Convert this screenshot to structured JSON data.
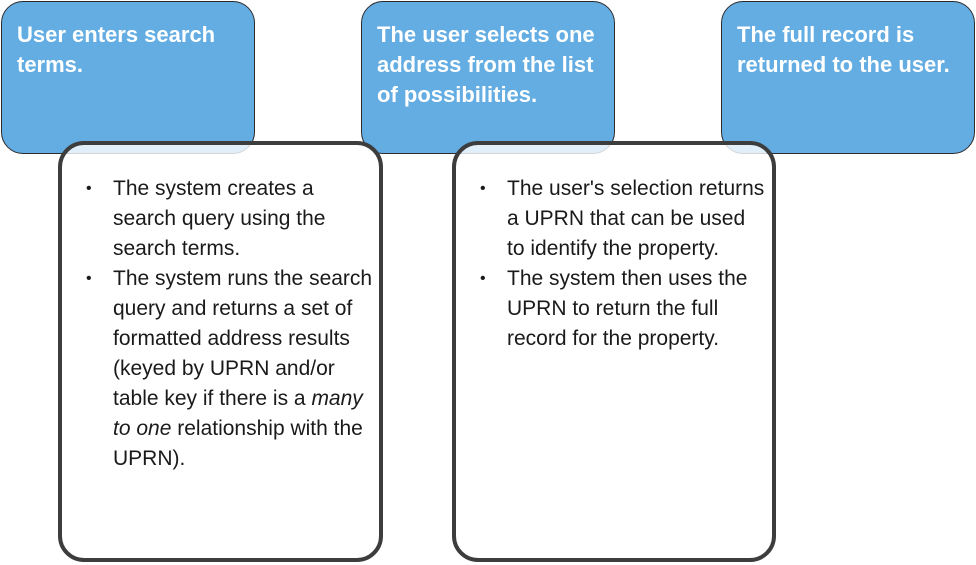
{
  "steps": [
    {
      "label": "User enters search terms."
    },
    {
      "label": "The user selects one address from the list of possibilities."
    },
    {
      "label": "The full record is returned to the user."
    }
  ],
  "details": [
    {
      "bullets": [
        {
          "text": "The system creates a search query using the search terms."
        },
        {
          "text_before": "The system runs the search query and returns a set of formatted address results (keyed by UPRN and/or table key if there is a ",
          "text_italic": "many to one",
          "text_after": " relationship with the UPRN)."
        }
      ]
    },
    {
      "bullets": [
        {
          "text": "The user's selection returns a UPRN that can be used to identify the property."
        },
        {
          "text": "The system then uses the UPRN to return the full record for the property."
        }
      ]
    }
  ],
  "colors": {
    "step_fill": "#64ade3",
    "step_text": "#ffffff",
    "detail_border": "#3d3d3d",
    "detail_text": "#1a1a1a"
  }
}
